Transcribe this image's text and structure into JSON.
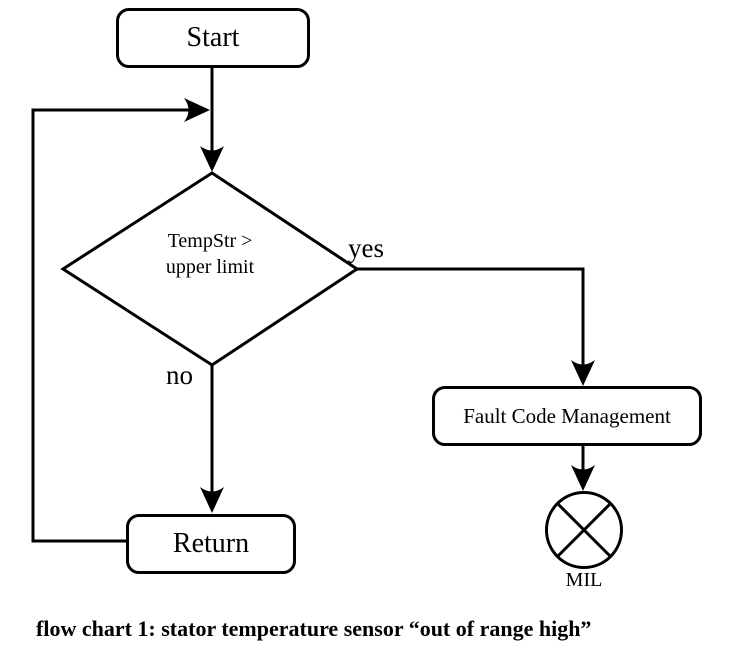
{
  "diagram": {
    "background": "#ffffff",
    "line_color": "#000000",
    "nodes": {
      "start": {
        "label": "Start",
        "shape": "rounded-rectangle"
      },
      "decision": {
        "line1": "TempStr >",
        "line2": "upper limit",
        "shape": "diamond"
      },
      "fault_code": {
        "label": "Fault Code Management",
        "shape": "rounded-rectangle"
      },
      "return": {
        "label": "Return",
        "shape": "rounded-rectangle"
      },
      "mil_lamp": {
        "label": "MIL",
        "shape": "crossed-circle-lamp"
      }
    },
    "edge_labels": {
      "yes": "yes",
      "no": "no"
    },
    "caption": "flow chart 1: stator temperature sensor “out of range high”"
  }
}
